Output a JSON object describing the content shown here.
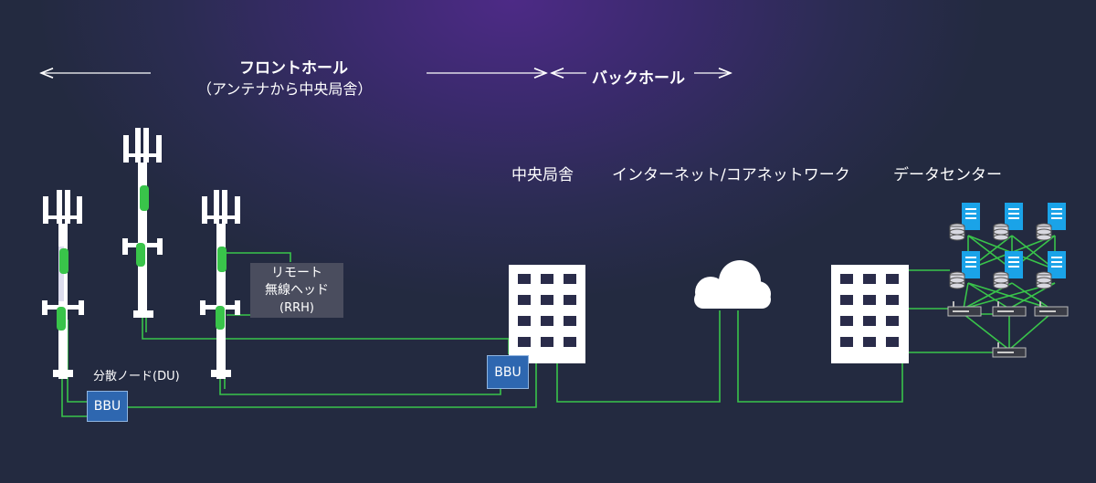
{
  "fronthaul": {
    "title": "フロントホール",
    "subtitle": "（アンテナから中央局舎）"
  },
  "backhaul": {
    "title": "バックホール"
  },
  "sections": {
    "central_office": "中央局舎",
    "internet": "インターネット/コアネットワーク",
    "datacenter": "データセンター"
  },
  "rrh_label": [
    "リモート",
    "無線ヘッド",
    "(RRH)"
  ],
  "du_label": "分散ノード(DU)",
  "bbu_label": "BBU",
  "colors": {
    "link": "#39c44a",
    "bbu": "#2e67b0",
    "server": "#1aa3e8"
  }
}
